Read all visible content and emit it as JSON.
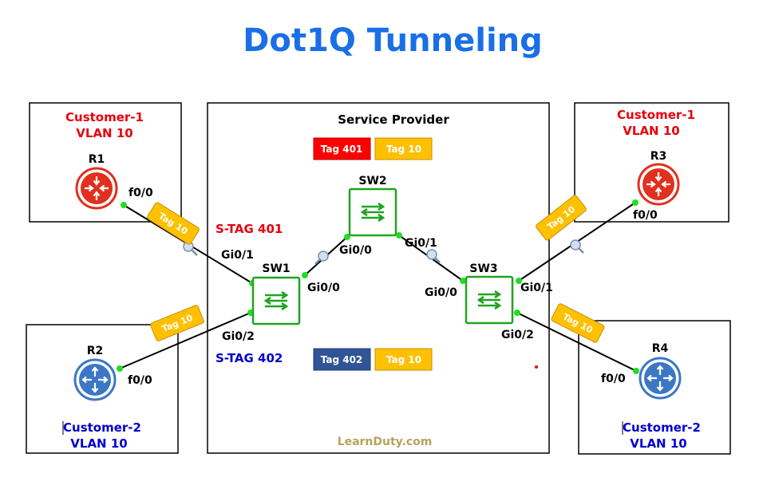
{
  "title": "Dot1Q Tunneling",
  "provider": {
    "label": "Service Provider",
    "top_tags": [
      "Tag 401",
      "Tag 10"
    ],
    "bottom_tags": [
      "Tag 402",
      "Tag 10"
    ],
    "watermark": "LearnDuty.com"
  },
  "sites": {
    "c1_left": {
      "line1": "Customer-1",
      "line2": "VLAN 10"
    },
    "c1_right": {
      "line1": "Customer-1",
      "line2": "VLAN 10"
    },
    "c2_left": {
      "line1": "Customer-2",
      "line2": "VLAN 10"
    },
    "c2_right": {
      "line1": "Customer-2",
      "line2": "VLAN 10"
    }
  },
  "devices": {
    "r1": "R1",
    "r2": "R2",
    "r3": "R3",
    "r4": "R4",
    "sw1": "SW1",
    "sw2": "SW2",
    "sw3": "SW3"
  },
  "interfaces": {
    "r1_f00": "f0/0",
    "r2_f00": "f0/0",
    "r3_f00": "f0/0",
    "r4_f00": "f0/0",
    "sw1_gi01": "Gi0/1",
    "sw1_gi02": "Gi0/2",
    "sw1_gi00": "Gi0/0",
    "sw2_gi00": "Gi0/0",
    "sw2_gi01": "Gi0/1",
    "sw3_gi00": "Gi0/0",
    "sw3_gi01": "Gi0/1",
    "sw3_gi02": "Gi0/2"
  },
  "stags": {
    "s401": "S-TAG 401",
    "s402": "S-TAG 402"
  },
  "link_tags": {
    "r1": "Tag 10",
    "r2": "Tag 10",
    "r3": "Tag 10",
    "r4": "Tag 10"
  },
  "colors": {
    "title": "#1a6fe6",
    "customer1": "#e8000b",
    "customer2": "#0000d0",
    "router_red": "#e0301e",
    "router_blue": "#3b77c5",
    "switch_green": "#21a321",
    "tag_yellow": "#ffc000",
    "tag_red": "#ff0000",
    "tag_navy": "#2f5597",
    "port_dot": "#22dd22"
  }
}
